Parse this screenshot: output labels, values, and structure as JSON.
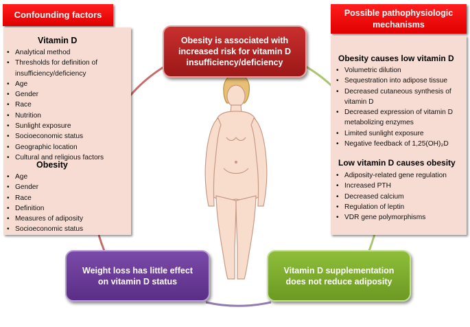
{
  "left_panel": {
    "header": "Confounding factors",
    "vitamin_d": {
      "title": "Vitamin D",
      "items": [
        "Analytical method",
        "Thresholds for definition of insufficiency/deficiency",
        "Age",
        "Gender",
        "Race",
        "Nutrition",
        "Sunlight exposure",
        "Socioeconomic status",
        "Geographic location",
        "Cultural and religious factors"
      ]
    },
    "obesity": {
      "title": "Obesity",
      "items": [
        "Age",
        "Gender",
        "Race",
        "Definition",
        "Measures of adiposity",
        "Socioeconomic status"
      ]
    }
  },
  "right_panel": {
    "header": "Possible pathophysiologic mechanisms",
    "obesity_causes": {
      "title": "Obesity causes low vitamin D",
      "items": [
        "Volumetric dilution",
        "Sequestration into adipose tissue",
        "Decreased cutaneous synthesis of vitamin D",
        "Decreased expression of vitamin D metabolizing enzymes",
        "Limited sunlight exposure",
        "Negative feedback of 1,25(OH)₂D"
      ]
    },
    "vitd_causes": {
      "title": "Low vitamin D causes obesity",
      "items": [
        "Adiposity-related gene regulation",
        "Increased PTH",
        "Decreased calcium",
        "Regulation of leptin",
        "VDR gene polymorphisms"
      ]
    }
  },
  "cycle": {
    "top": "Obesity is associated with\nincreased risk for vitamin D\ninsufficiency/deficiency",
    "left": "Weight loss has little effect\non vitamin D status",
    "right": "Vitamin D supplementation\ndoes not reduce adiposity"
  },
  "colors": {
    "ring_red": "#c0504d",
    "ring_purple": "#8064a2",
    "ring_green": "#9bbb59",
    "header_red": "#ff0000",
    "panel_fill": "#f6dcd3"
  }
}
